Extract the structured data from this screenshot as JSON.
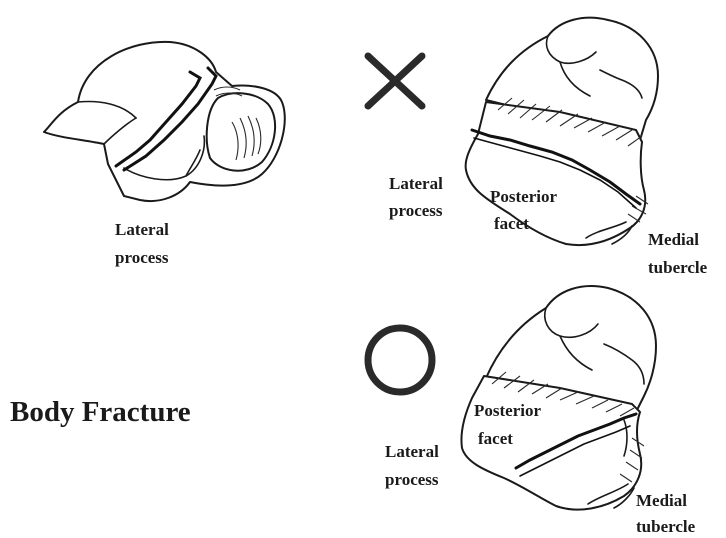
{
  "title": "Body Fracture",
  "markers": {
    "incorrect": "cross-mark-icon",
    "correct": "circle-mark-icon"
  },
  "figure_lateral_view": {
    "label_lateral_process": [
      "Lateral",
      "process"
    ]
  },
  "figure_incorrect": {
    "label_lateral_process": [
      "Lateral",
      "process"
    ],
    "label_posterior_facet": [
      "Posterior",
      "facet"
    ],
    "label_medial_tubercle": [
      "Medial",
      "tubercle"
    ]
  },
  "figure_correct": {
    "label_posterior_facet": [
      "Posterior",
      "facet"
    ],
    "label_lateral_process": [
      "Lateral",
      "process"
    ],
    "label_medial_tubercle": [
      "Medial",
      "tubercle"
    ]
  },
  "colors": {
    "ink": "#1a1a1a",
    "background": "#ffffff"
  }
}
